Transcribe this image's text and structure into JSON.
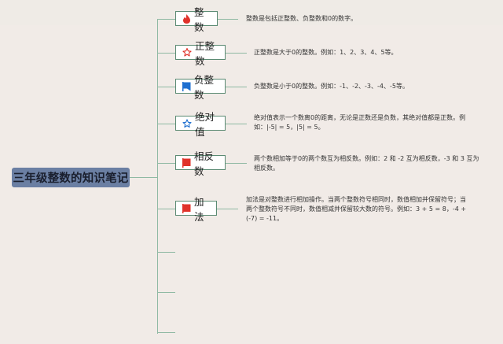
{
  "root": {
    "label": "三年级整数的知识笔记",
    "color": "#6b7fa3"
  },
  "branches": [
    {
      "label": "整数",
      "icon": "fire-icon",
      "icon_color": "#e0322a",
      "description": "整数是包括正整数、负整数和0的数字。"
    },
    {
      "label": "正整数",
      "icon": "star-outline-icon",
      "icon_color": "#e0322a",
      "description": "正整数是大于0的整数。例如：1、2、3、4、5等。"
    },
    {
      "label": "负整数",
      "icon": "flag-icon",
      "icon_color": "#1e6fd0",
      "description": "负整数是小于0的整数。例如：-1、-2、-3、-4、-5等。"
    },
    {
      "label": "绝对值",
      "icon": "star-outline-icon",
      "icon_color": "#1e6fd0",
      "description": "绝对值表示一个数离0的距离，无论是正数还是负数，其绝对值都是正数。例如：|-5| = 5，|5| = 5。"
    },
    {
      "label": "相反数",
      "icon": "flag-icon",
      "icon_color": "#e0322a",
      "description": "两个数相加等于0的两个数互为相反数。例如：2 和 -2 互为相反数，-3 和 3 互为相反数。"
    },
    {
      "label": "加法",
      "icon": "flag-icon",
      "icon_color": "#e0322a",
      "description": "加法是对整数进行相加操作。当两个整数符号相同时，数值相加并保留符号；当两个整数符号不同时，数值相减并保留较大数的符号。例如：3 + 5 = 8，-4 + (-7) = -11。"
    }
  ],
  "empty_branches": 3,
  "line_color": "#8fb9a3",
  "node_border_color": "#5a8a72"
}
